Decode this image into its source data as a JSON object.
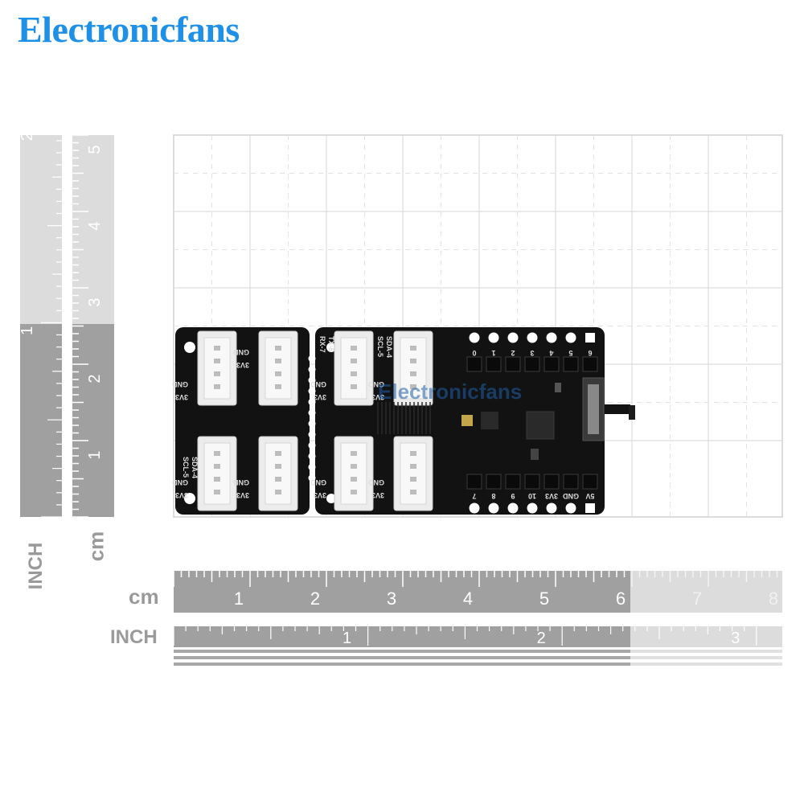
{
  "brand": {
    "name": "Electronicfans",
    "color": "#1e90e8"
  },
  "rulers": {
    "cm_label": "cm",
    "inch_label": "INCH",
    "horizontal_cm_numbers": [
      "1",
      "2",
      "3",
      "4",
      "5",
      "6",
      "7",
      "8"
    ],
    "horizontal_inch_numbers": [
      "1",
      "2",
      "3"
    ],
    "vertical_cm_numbers": [
      "1",
      "2",
      "3",
      "4",
      "5"
    ],
    "vertical_inch_numbers": [
      "1",
      "2"
    ],
    "dark_color": "#9e9e9e",
    "light_color": "#d9d9d9"
  },
  "board": {
    "pcb_color": "#111111",
    "connector_color": "#e8e8e8",
    "connector_pin_labels": [
      "GND",
      "3V3"
    ],
    "header_top_labels": [
      "0",
      "1",
      "2",
      "3",
      "4",
      "5",
      "6"
    ],
    "header_bottom_labels": [
      "7",
      "8",
      "9",
      "10",
      "3V3",
      "GND",
      "5V"
    ],
    "side_labels_left": [
      "SCL-5",
      "SDA-4"
    ],
    "side_labels_mid": [
      "RX-7",
      "TX-6",
      "SCL-5",
      "SDA-4"
    ],
    "watermark": "Electronicfans"
  }
}
